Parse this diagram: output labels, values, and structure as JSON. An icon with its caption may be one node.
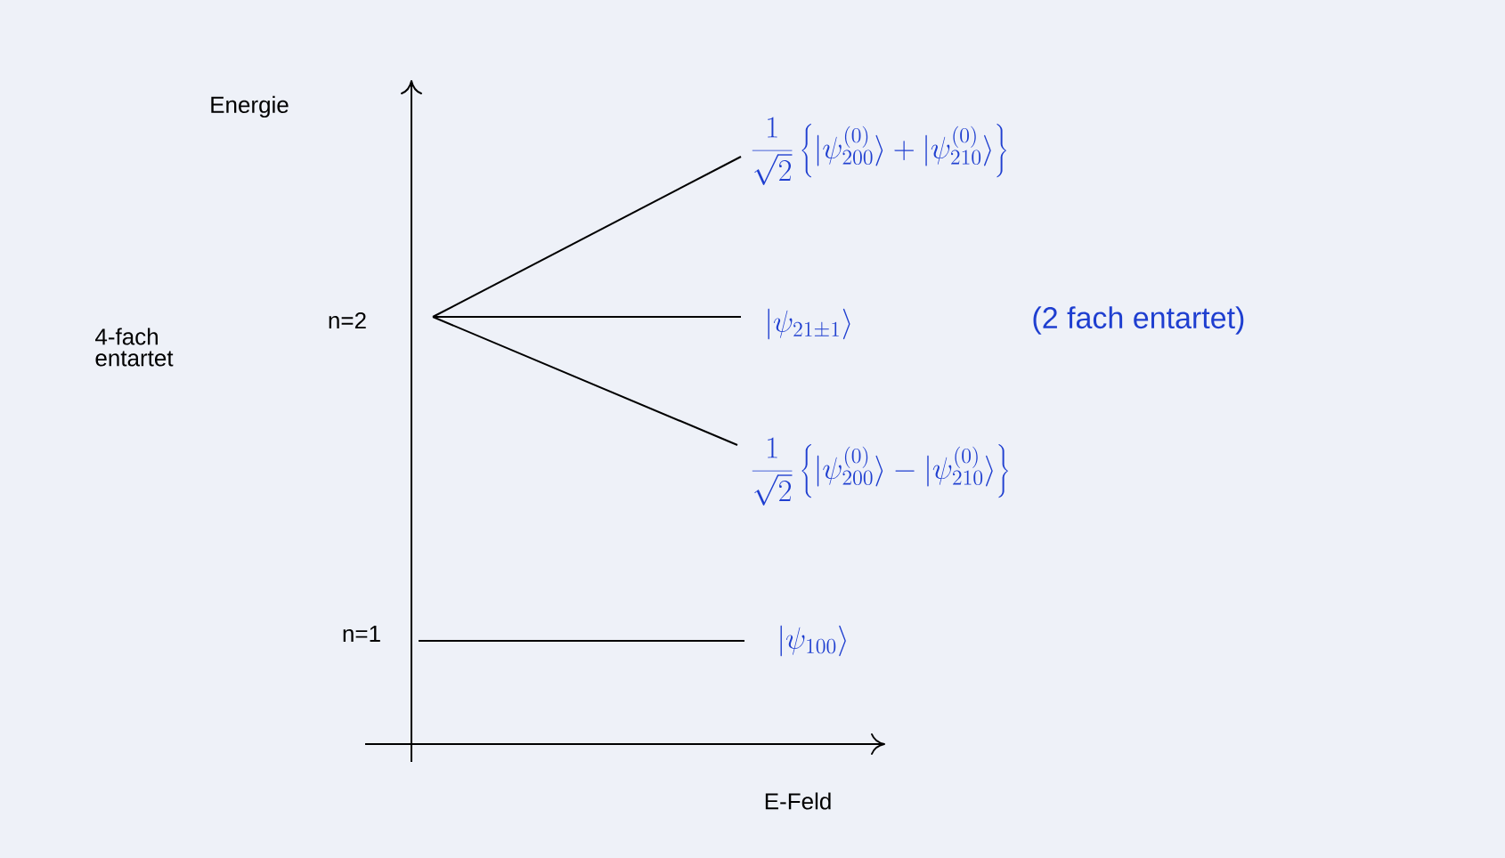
{
  "diagram": {
    "labels": [
      "Energie",
      "\\frac{1}{\\sqrt{2}}\\left\\{|\\psi^{(0)}_{200}\\rangle+|\\psi^{(0)}_{210}\\rangle\\right\\}",
      "4-fach entartet",
      "n=2",
      "|\\psi_{21\\pm1}\\rangle",
      "(2 fach entartet)",
      "\\frac{1}{\\sqrt{2}}\\left\\{|\\psi^{(0)}_{200}\\rangle-|\\psi^{(0)}_{210}\\rangle\\right\\}",
      "n=1",
      "|\\psi_{100}\\rangle",
      "E-Feld"
    ]
  }
}
